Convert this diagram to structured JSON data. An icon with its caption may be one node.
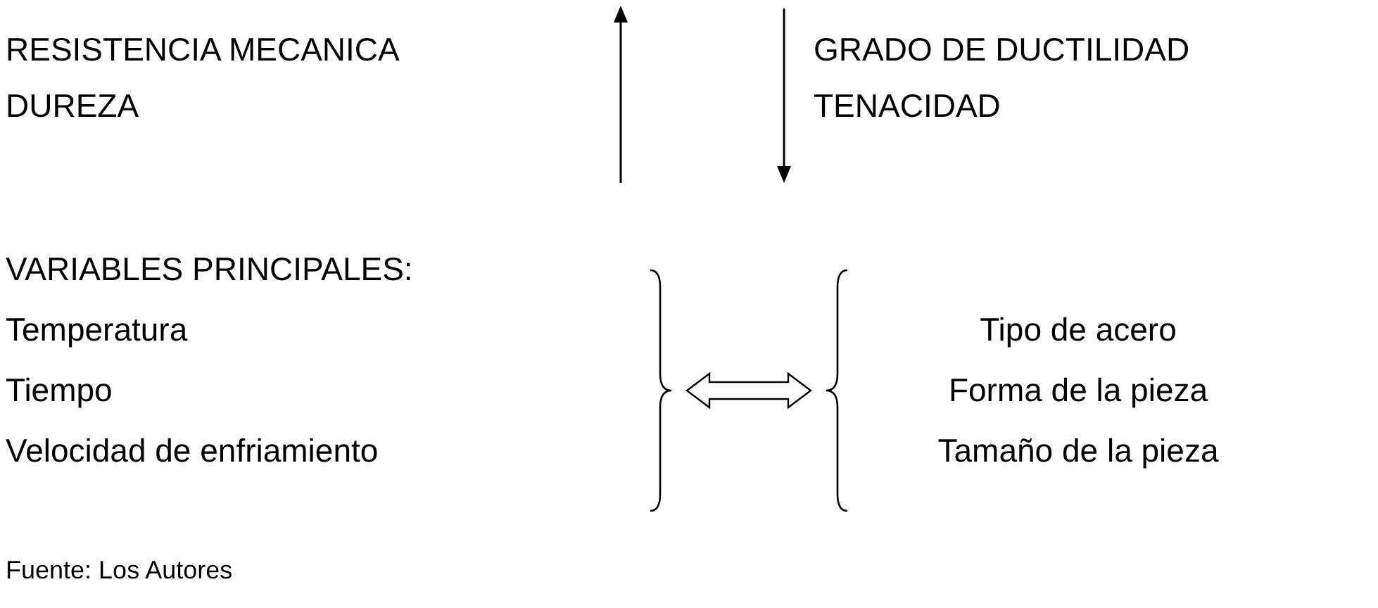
{
  "diagram": {
    "caption": "Fuente: Los Autores",
    "nodes": [
      {
        "text": [
          "VARIABLES PRINCIPALES:",
          "Temperatura",
          "Tiempo",
          "Velocidad de enfriamiento"
        ]
      },
      {
        "text": [
          "Tipo de acero",
          "Forma de la pieza",
          "Tamaño de la pieza"
        ]
      }
    ],
    "edges": [
      {
        "from": 0,
        "to": 1,
        "arrow": "both"
      }
    ],
    "labels": [
      "RESISTENCIA MECANICA",
      "GRADO DE DUCTILIDAD",
      "DUREZA",
      "TENACIDAD"
    ]
  }
}
